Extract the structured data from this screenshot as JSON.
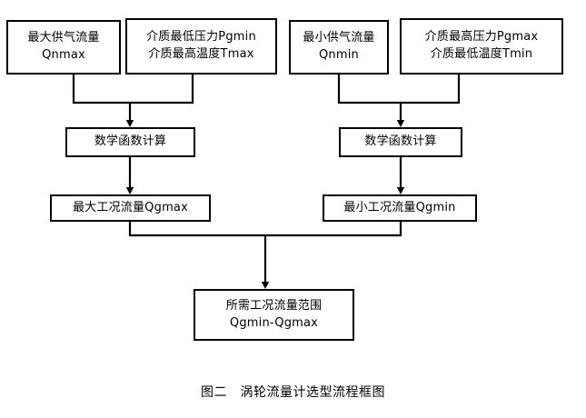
{
  "figure": {
    "caption": "图二　涡轮流量计选型流程框图",
    "line_color": "#000000",
    "background_color": "#ffffff"
  },
  "nodes": {
    "qnmax": {
      "line1": "最大供气流量",
      "line2": "Qnmax"
    },
    "pgmin_tmax": {
      "line1": "介质最低压力Pgmin",
      "line2": "介质最高温度Tmax"
    },
    "qnmin": {
      "line1": "最小供气流量",
      "line2": "Qnmin"
    },
    "pgmax_tmin": {
      "line1": "介质最高压力Pgmax",
      "line2": "介质最低温度Tmin"
    },
    "calc_left": {
      "line1": "数学函数计算"
    },
    "calc_right": {
      "line1": "数学函数计算"
    },
    "qgmax": {
      "line1": "最大工况流量Qgmax"
    },
    "qgmin": {
      "line1": "最小工况流量Qgmin"
    },
    "range": {
      "line1": "所需工况流量范围",
      "line2": "Qgmin-Qgmax"
    }
  }
}
